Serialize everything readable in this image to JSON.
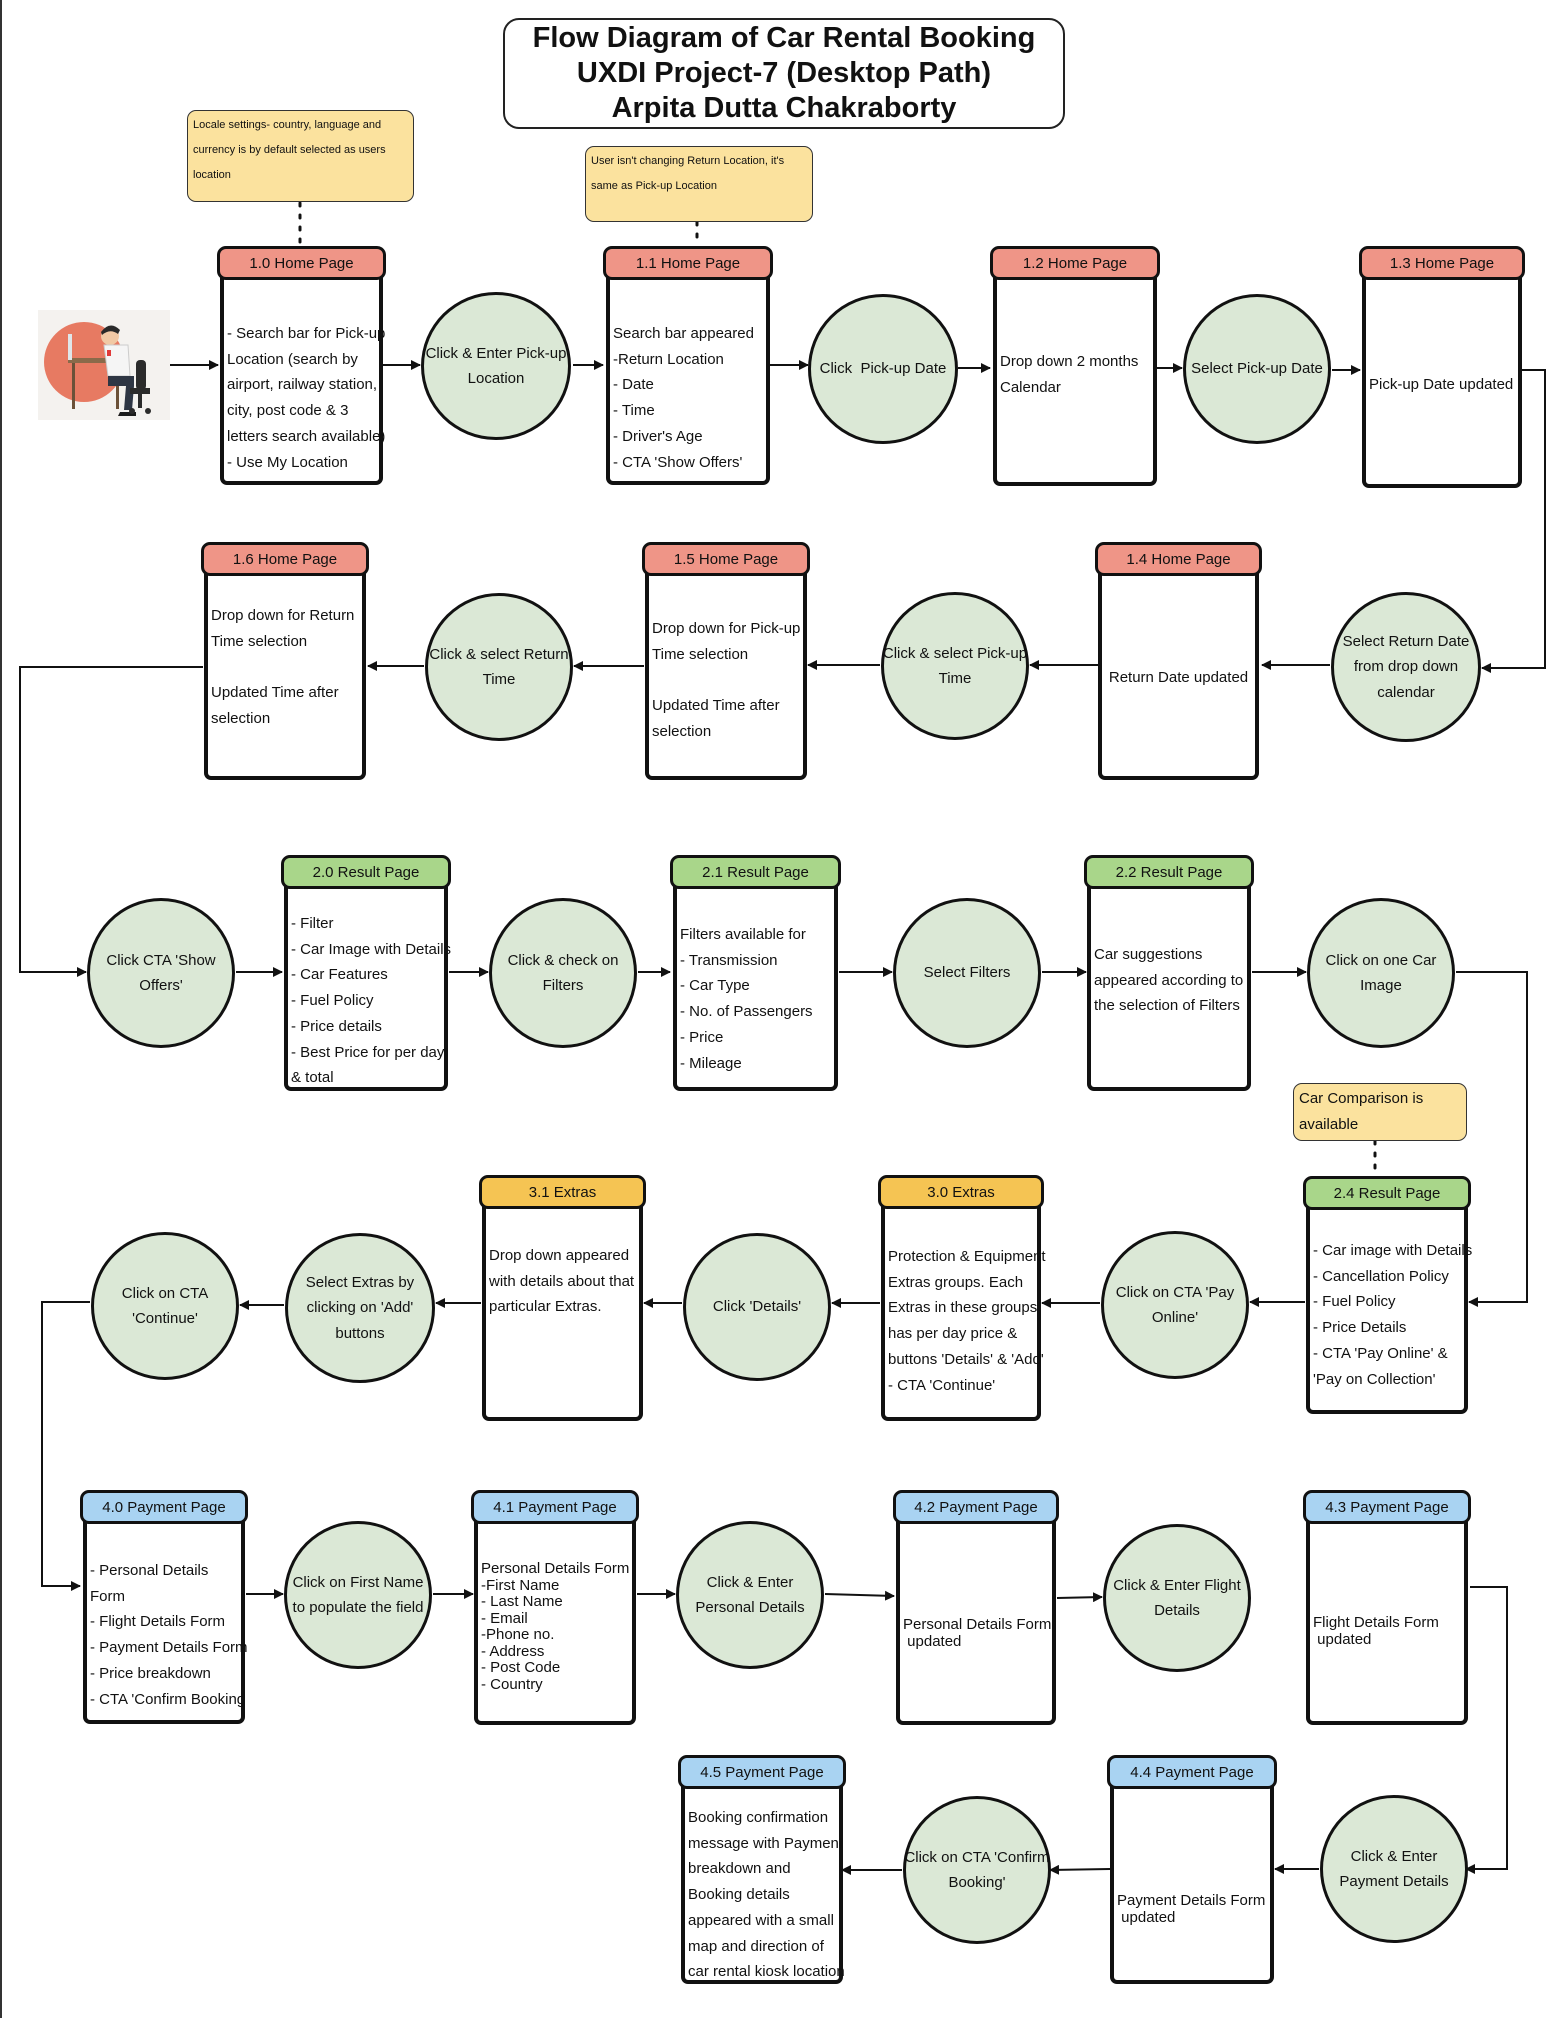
{
  "title": {
    "line1": "Flow Diagram of Car Rental Booking",
    "line2": "UXDI Project-7 (Desktop Path)",
    "line3": "Arpita Dutta Chakraborty"
  },
  "notes": {
    "locale": "Locale settings- country, language and currency is by default selected as users location",
    "return_location": "User isn't changing Return Location, it's same as Pick-up Location",
    "comparison": "Car Comparison is available"
  },
  "boxes": {
    "b1_0": {
      "title": "1.0 Home Page",
      "lines": [
        "- Search bar for Pick-up",
        "Location (search by",
        "airport, railway station,",
        "city, post code & 3",
        "letters search available)",
        "- Use My Location"
      ]
    },
    "b1_1": {
      "title": "1.1 Home Page",
      "lines": [
        "Search bar appeared",
        "-Return Location",
        "- Date",
        "- Time",
        "- Driver's Age",
        "- CTA 'Show Offers'"
      ]
    },
    "b1_2": {
      "title": "1.2 Home Page",
      "lines": [
        "Drop down 2 months",
        "Calendar"
      ]
    },
    "b1_3": {
      "title": "1.3 Home Page",
      "lines": [
        "Pick-up Date updated"
      ]
    },
    "b1_4": {
      "title": "1.4 Home Page",
      "lines": [
        "Return Date updated"
      ]
    },
    "b1_5": {
      "title": "1.5 Home Page",
      "lines_a": [
        "Drop down for Pick-up",
        "Time selection"
      ],
      "lines_b": [
        "Updated Time after",
        "selection"
      ]
    },
    "b1_6": {
      "title": "1.6 Home Page",
      "lines_a": [
        "Drop down for Return",
        "Time selection"
      ],
      "lines_b": [
        "Updated Time after",
        "selection"
      ]
    },
    "b2_0": {
      "title": "2.0 Result Page",
      "lines": [
        "- Filter",
        "- Car Image with Details",
        "- Car Features",
        "- Fuel Policy",
        "- Price details",
        "- Best Price for per day",
        "& total"
      ]
    },
    "b2_1": {
      "title": "2.1 Result Page",
      "lines": [
        "Filters available for",
        "- Transmission",
        "- Car Type",
        "- No. of Passengers",
        "- Price",
        "- Mileage"
      ]
    },
    "b2_2": {
      "title": "2.2 Result Page",
      "lines": [
        "Car suggestions",
        "appeared according to",
        "the selection of Filters"
      ]
    },
    "b2_4": {
      "title": "2.4 Result Page",
      "lines": [
        "- Car image with Details",
        "- Cancellation Policy",
        "- Fuel Policy",
        "- Price Details",
        "- CTA 'Pay Online' &",
        "'Pay on Collection'"
      ]
    },
    "b3_0": {
      "title": "3.0 Extras",
      "lines": [
        "Protection & Equipment",
        "Extras groups. Each",
        "Extras in these groups",
        "has per day price &",
        "buttons 'Details' & 'Add'",
        "- CTA 'Continue'"
      ]
    },
    "b3_1": {
      "title": "3.1 Extras",
      "lines": [
        "Drop down appeared",
        "with details about that",
        "particular Extras."
      ]
    },
    "b4_0": {
      "title": "4.0 Payment Page",
      "lines": [
        "- Personal Details",
        "Form",
        "- Flight Details Form",
        "- Payment Details Form",
        "- Price breakdown",
        "- CTA 'Confirm Booking"
      ]
    },
    "b4_1": {
      "title": "4.1 Payment Page",
      "lines": [
        "Personal Details Form",
        "-First Name",
        "- Last Name",
        "- Email",
        "-Phone no.",
        "- Address",
        "- Post Code",
        "- Country"
      ]
    },
    "b4_2": {
      "title": "4.2 Payment Page",
      "lines": [
        "Personal Details Form",
        " updated"
      ]
    },
    "b4_3": {
      "title": "4.3 Payment Page",
      "lines": [
        "Flight Details Form",
        " updated"
      ]
    },
    "b4_4": {
      "title": "4.4 Payment Page",
      "lines": [
        "Payment Details Form",
        " updated"
      ]
    },
    "b4_5": {
      "title": "4.5 Payment Page",
      "lines": [
        "Booking confirmation",
        "message with Payment",
        "breakdown and",
        "Booking details",
        "appeared with a small",
        "map and direction of",
        "car rental kiosk location"
      ]
    }
  },
  "circles": {
    "c1": [
      "Click & Enter Pick-up",
      "Location"
    ],
    "c2": [
      "Click  Pick-up Date"
    ],
    "c3": [
      "Select Pick-up Date"
    ],
    "c4": [
      "Select Return Date",
      "from drop down",
      "calendar"
    ],
    "c5": [
      "Click & select Pick-up",
      "Time"
    ],
    "c6": [
      "Click & select Return",
      "Time"
    ],
    "c7": [
      "Click CTA 'Show",
      "Offers'"
    ],
    "c8": [
      "Click & check on",
      "Filters"
    ],
    "c9": [
      "Select Filters"
    ],
    "c10": [
      "Click on one Car",
      "Image"
    ],
    "c11": [
      "Click on CTA 'Pay",
      "Online'"
    ],
    "c12": [
      "Click 'Details'"
    ],
    "c13": [
      "Select Extras by",
      "clicking on 'Add'",
      "buttons"
    ],
    "c14": [
      "Click on CTA",
      "'Continue'"
    ],
    "c15": [
      "Click on First Name",
      "to populate the field"
    ],
    "c16": [
      "Click & Enter",
      "Personal Details"
    ],
    "c17": [
      "Click & Enter Flight",
      "Details"
    ],
    "c18": [
      "Click & Enter",
      "Payment Details"
    ],
    "c19": [
      "Click on CTA 'Confirm",
      "Booking'"
    ]
  },
  "colors": {
    "home_header": "#ef9587",
    "result_header": "#a9d68a",
    "extras_header": "#f5c453",
    "payment_header": "#a9d3f2",
    "action_circle": "#dbe8d6",
    "note": "#fbe29e"
  }
}
